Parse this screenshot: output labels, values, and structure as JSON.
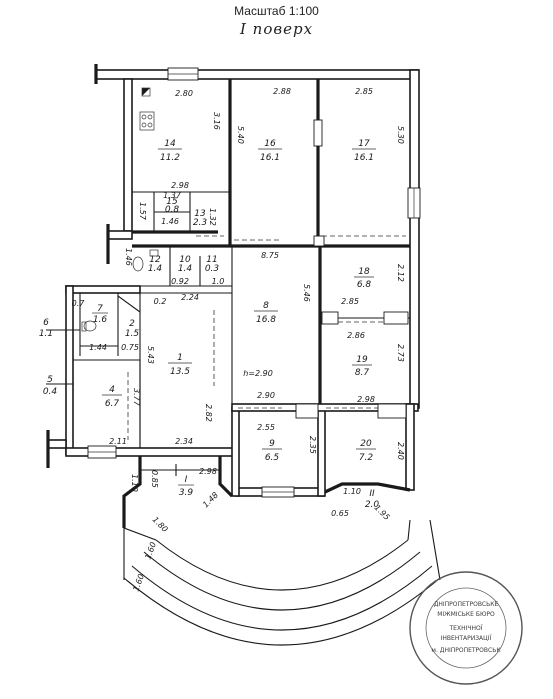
{
  "header": {
    "scale": "Масштаб 1:100",
    "floor": "I поверх"
  },
  "rooms": [
    {
      "id": "r14",
      "num": "14",
      "area": "11.2"
    },
    {
      "id": "r16",
      "num": "16",
      "area": "16.1"
    },
    {
      "id": "r17",
      "num": "17",
      "area": "16.1"
    },
    {
      "id": "r15",
      "num": "15",
      "area": "0.8"
    },
    {
      "id": "r13",
      "num": "13",
      "area": "2.3"
    },
    {
      "id": "r12",
      "num": "12",
      "area": "1.4"
    },
    {
      "id": "r10",
      "num": "10",
      "area": "1.4"
    },
    {
      "id": "r11",
      "num": "11",
      "area": "0.3"
    },
    {
      "id": "r18",
      "num": "18",
      "area": "6.8"
    },
    {
      "id": "r8",
      "num": "8",
      "area": "16.8"
    },
    {
      "id": "r19",
      "num": "19",
      "area": "8.7"
    },
    {
      "id": "r7",
      "num": "7",
      "area": "1.6"
    },
    {
      "id": "r2",
      "num": "2",
      "area": "1.5"
    },
    {
      "id": "r6",
      "num": "6",
      "area": "1.1"
    },
    {
      "id": "r1",
      "num": "1",
      "area": "13.5"
    },
    {
      "id": "r4",
      "num": "4",
      "area": "6.7"
    },
    {
      "id": "r5",
      "num": "5",
      "area": "0.4"
    },
    {
      "id": "r9",
      "num": "9",
      "area": "6.5"
    },
    {
      "id": "r20",
      "num": "20",
      "area": "7.2"
    },
    {
      "id": "rI",
      "num": "I",
      "area": "3.9"
    },
    {
      "id": "rII",
      "num": "II",
      "area": "2.0"
    }
  ],
  "dimensions": [
    "2.80",
    "2.88",
    "2.85",
    "3.16",
    "5.40",
    "5.30",
    "2.98",
    "1.57",
    "1.37",
    "1.46",
    "1.32",
    "8.75",
    "2.12",
    "1.46",
    "0.92",
    "1.0",
    "2.24",
    "5.46",
    "2.85",
    "2.86",
    "2.73",
    "0.7",
    "0.2",
    "1.44",
    "0.75",
    "5.43",
    "3.77",
    "h=2.90",
    "2.90",
    "2.98",
    "2.82",
    "2.55",
    "2.35",
    "2.40",
    "2.11",
    "2.34",
    "2.98",
    "1.10",
    "0.85",
    "1.60",
    "1.60",
    "1.48",
    "1.95",
    "1.80",
    "0.65",
    "1.10"
  ],
  "stamp": {
    "line1": "ДНІПРОПЕТРОВСЬКЕ",
    "line2": "МІЖМІСЬКЕ БЮРО",
    "line3": "ТЕХНІЧНОЇ",
    "line4": "ІНВЕНТАРИЗАЦІЇ",
    "line5": "м. ДНІПРОПЕТРОВСЬК"
  }
}
